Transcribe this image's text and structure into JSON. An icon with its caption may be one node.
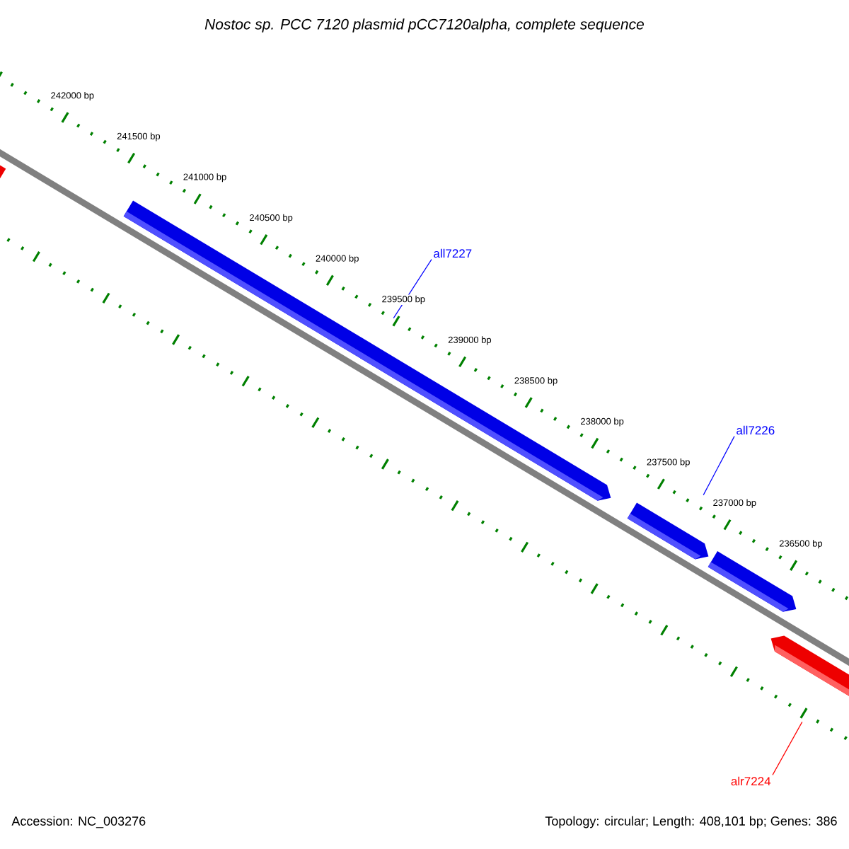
{
  "diagram": {
    "title": "Nostoc sp. PCC 7120 plasmid pCC7120alpha, complete sequence",
    "nodes": [
      {
        "text": [
          "all7227"
        ]
      },
      {
        "text": [],
        "shape": "bar"
      },
      {
        "text": [
          "all7226"
        ]
      },
      {
        "text": [],
        "shape": "bar"
      },
      {
        "text": [],
        "shape": "bar"
      },
      {
        "text": [
          "alr7224"
        ]
      },
      {
        "text": [],
        "shape": "bar"
      },
      {
        "text": [],
        "shape": "bar"
      }
    ],
    "edges": [
      {
        "from": 0,
        "to": 1,
        "arrow": "none"
      },
      {
        "from": 2,
        "to": 3,
        "arrow": "none"
      },
      {
        "from": 5,
        "to": 6,
        "arrow": "none",
        "color": "#ff0000"
      }
    ],
    "labels": [
      "242000 bp",
      "241500 bp",
      "241000 bp",
      "240500 bp",
      "240000 bp",
      "239500 bp",
      "239000 bp",
      "238500 bp",
      "238000 bp",
      "237500 bp",
      "237000 bp",
      "236500 bp",
      "Accession: NC_003276",
      "Topology: circular; Length: 408,101 bp; Genes: 386"
    ]
  }
}
